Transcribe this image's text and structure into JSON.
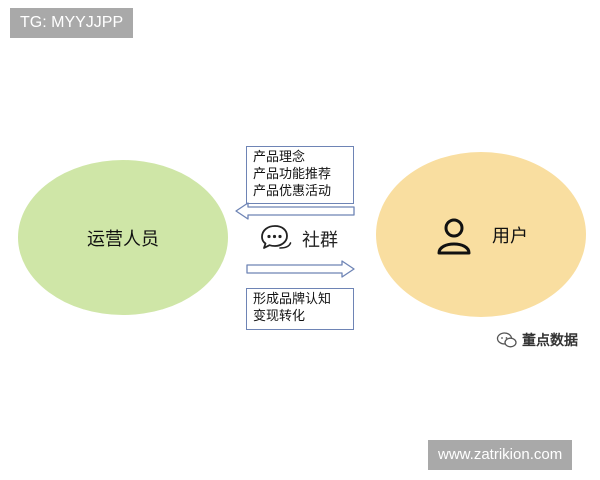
{
  "badge": {
    "text": "TG: MYYJJPP"
  },
  "left_node": {
    "label": "运营人员"
  },
  "right_node": {
    "label": "用户",
    "icon": "user-icon"
  },
  "top_box": {
    "lines": [
      "产品理念",
      "产品功能推荐",
      "产品优惠活动"
    ]
  },
  "center": {
    "label": "社群",
    "icon": "chat-bubbles-icon"
  },
  "bottom_box": {
    "lines": [
      "形成品牌认知",
      "变现转化"
    ]
  },
  "watermark": {
    "text": "董点数据",
    "icon": "wechat-icon"
  },
  "url_badge": {
    "text": "www.zatrikion.com"
  },
  "colors": {
    "ops": "#cfe6a7",
    "user": "#f9dea0",
    "arrow": "#6e84b5"
  }
}
